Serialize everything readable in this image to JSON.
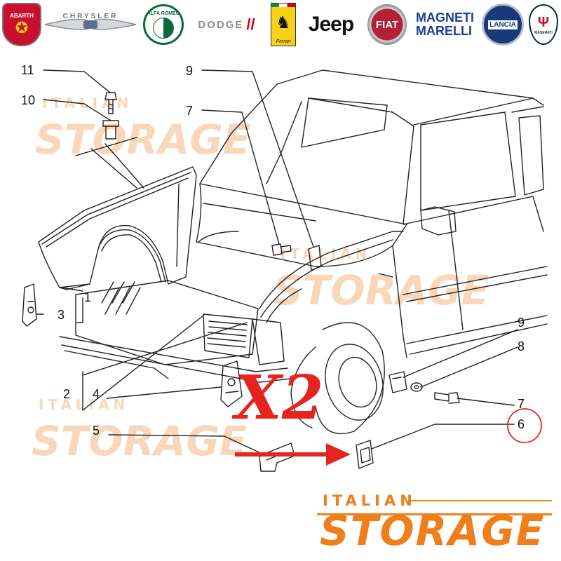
{
  "brands": [
    {
      "name": "ABARTH",
      "icon": "abarth-scorpion-icon",
      "color": "#c8102e"
    },
    {
      "name": "CHRYSLER",
      "icon": "chrysler-wings-icon",
      "color": "#8a8d91"
    },
    {
      "name": "ALFA ROMEO",
      "icon": "alfa-romeo-roundel-icon",
      "color": "#0a6b3c"
    },
    {
      "name": "DODGE",
      "icon": "dodge-stripes-icon",
      "color": "#d0021b"
    },
    {
      "name": "Ferrari",
      "icon": "ferrari-horse-icon",
      "color": "#f7d117"
    },
    {
      "name": "Jeep",
      "icon": "jeep-wordmark-icon",
      "color": "#111111"
    },
    {
      "name": "FIAT",
      "icon": "fiat-shield-icon",
      "color": "#9b1b30"
    },
    {
      "name": "MAGNETI MARELLI",
      "icon": "magneti-marelli-wordmark-icon",
      "color": "#1d3f8f"
    },
    {
      "name": "LANCIA",
      "icon": "lancia-shield-icon",
      "color": "#163a7a"
    },
    {
      "name": "MASERATI",
      "icon": "maserati-trident-icon",
      "color": "#0c2340"
    }
  ],
  "callouts": [
    "11",
    "10",
    "9",
    "7",
    "3",
    "1",
    "2",
    "4",
    "5",
    "9",
    "8",
    "7",
    "6"
  ],
  "quantity_label": "X2",
  "watermark": {
    "sub": "ITALIAN",
    "main": "STORAGE",
    "color": "#f7c9a2"
  },
  "footer_logo": {
    "sub": "ITALIAN",
    "main": "STORAGE",
    "color": "#f07e1b"
  },
  "colors": {
    "line": "#222222",
    "highlight": "#e52420"
  }
}
